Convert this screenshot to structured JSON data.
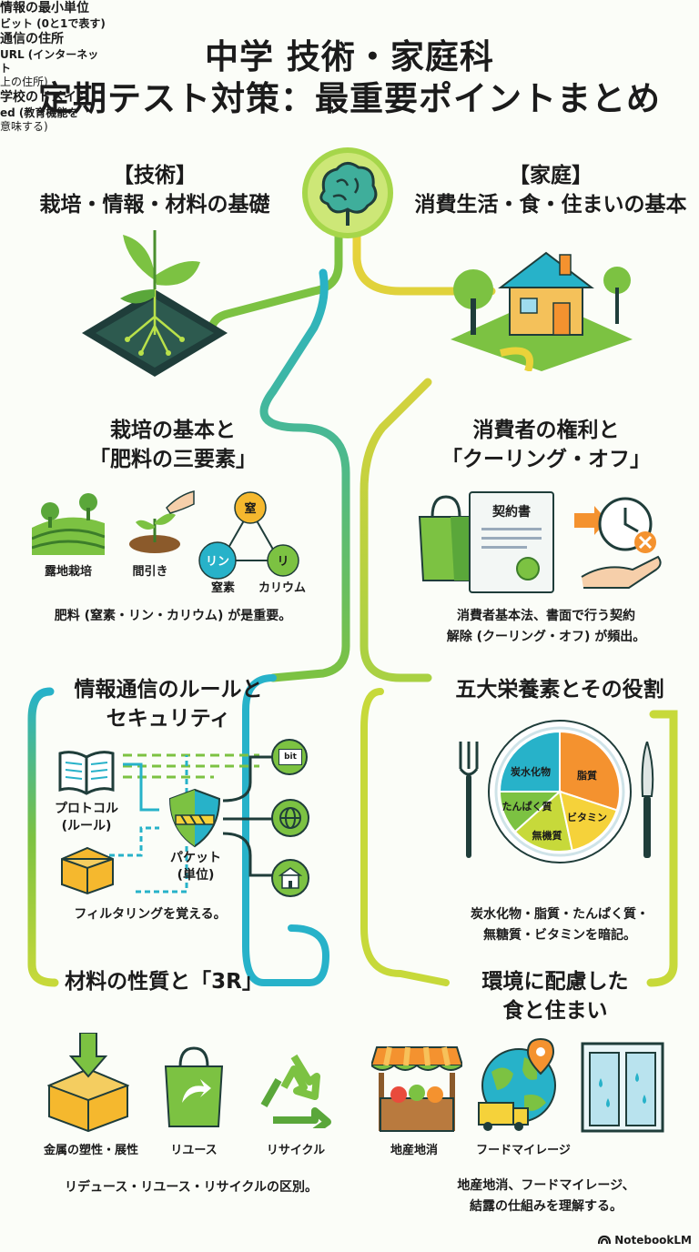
{
  "title": {
    "line1": "中学 技術・家庭科",
    "line2": "定期テスト対策：最重要ポイントまとめ"
  },
  "tech": {
    "heading1": "【技術】",
    "heading2": "栽培・情報・材料の基礎"
  },
  "home": {
    "heading1": "【家庭】",
    "heading2": "消費生活・食・住まいの基本"
  },
  "cultivation": {
    "heading1": "栽培の基本と",
    "heading2": "「肥料の三要素」",
    "labels": [
      "露地栽培",
      "間引き"
    ],
    "triangle": {
      "top": "窒",
      "left": "リン",
      "right": "リ"
    },
    "triangle_labels": [
      "窒素",
      "カリウム"
    ],
    "note": "肥料 (窒素・リン・カリウム) が是重要。"
  },
  "consumer": {
    "heading1": "消費者の権利と",
    "heading2": "「クーリング・オフ」",
    "contract": "契約書",
    "note1": "消費者基本法、書面で行う契約",
    "note2": "解除 (クーリング・オフ) が頻出。"
  },
  "info": {
    "heading1": "情報通信のルールと",
    "heading2": "セキュリティ",
    "protocol1": "プロトコル",
    "protocol2": "(ルール)",
    "packet1": "パケット",
    "packet2": "(単位)",
    "bit_icon": "bit",
    "items": [
      {
        "title": "情報の最小単位",
        "desc1": "ビット (0と1で表す)",
        "desc2": ""
      },
      {
        "title": "通信の住所",
        "desc1": "URL (インターネット",
        "desc2": "上の住所)"
      },
      {
        "title": "学校のドメイン",
        "desc1": "ed (教育機能を",
        "desc2": "意味する)"
      }
    ],
    "note": "フィルタリングを覚える。"
  },
  "nutrients": {
    "heading": "五大栄養素とその役割",
    "segments": [
      "炭水化物",
      "脂質",
      "たんぱく質",
      "無機質",
      "ビタミン"
    ],
    "note1": "炭水化物・脂質・たんぱく質・",
    "note2": "無糖質・ビタミンを暗記。"
  },
  "materials": {
    "heading": "材料の性質と「3R」",
    "labels": [
      "金属の塑性・展性",
      "リユース",
      "リサイクル"
    ],
    "note": "リデュース・リユース・リサイクルの区別。"
  },
  "environment": {
    "heading1": "環境に配慮した",
    "heading2": "食と住まい",
    "labels": [
      "地産地消",
      "フードマイレージ"
    ],
    "note1": "地産地消、フードマイレージ、",
    "note2": "結露の仕組みを理解する。"
  },
  "brand": "NotebookLM",
  "colors": {
    "green": "#7cc242",
    "lime": "#c7d93a",
    "yellow": "#e9d23a",
    "teal": "#27b2c9",
    "orange": "#f4922f",
    "navy": "#1f3d3a"
  }
}
